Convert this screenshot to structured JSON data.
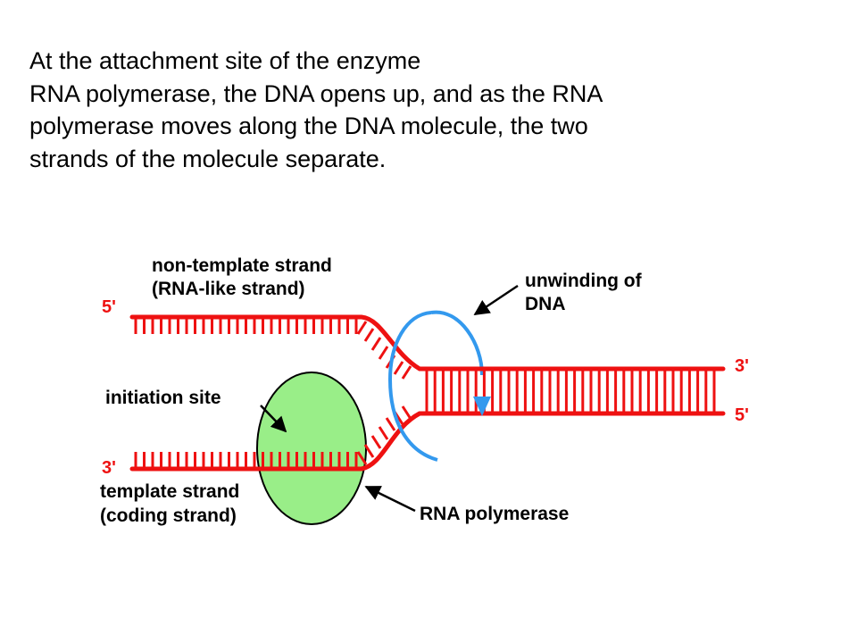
{
  "caption": {
    "lines": [
      "At the attachment site of the enzyme",
      "RNA polymerase, the DNA opens up, and as the RNA",
      "polymerase moves along the DNA molecule, the two",
      "strands of the molecule separate."
    ]
  },
  "diagram": {
    "labels": {
      "non_template_line1": "non-template strand",
      "non_template_line2": "(RNA-like strand)",
      "unwinding_line1": "unwinding of",
      "unwinding_line2": "DNA",
      "initiation_site": "initiation site",
      "template_line1": "template strand",
      "template_line2": "(coding strand)",
      "rna_polymerase": "RNA polymerase"
    },
    "ends": {
      "top_left": "5'",
      "bottom_left": "3'",
      "right_top": "3'",
      "right_bottom": "5'"
    },
    "colors": {
      "dna": "#ee1111",
      "polymerase": "#99ee88",
      "unwinding_arrow": "#3399ee",
      "text": "#000000"
    }
  }
}
